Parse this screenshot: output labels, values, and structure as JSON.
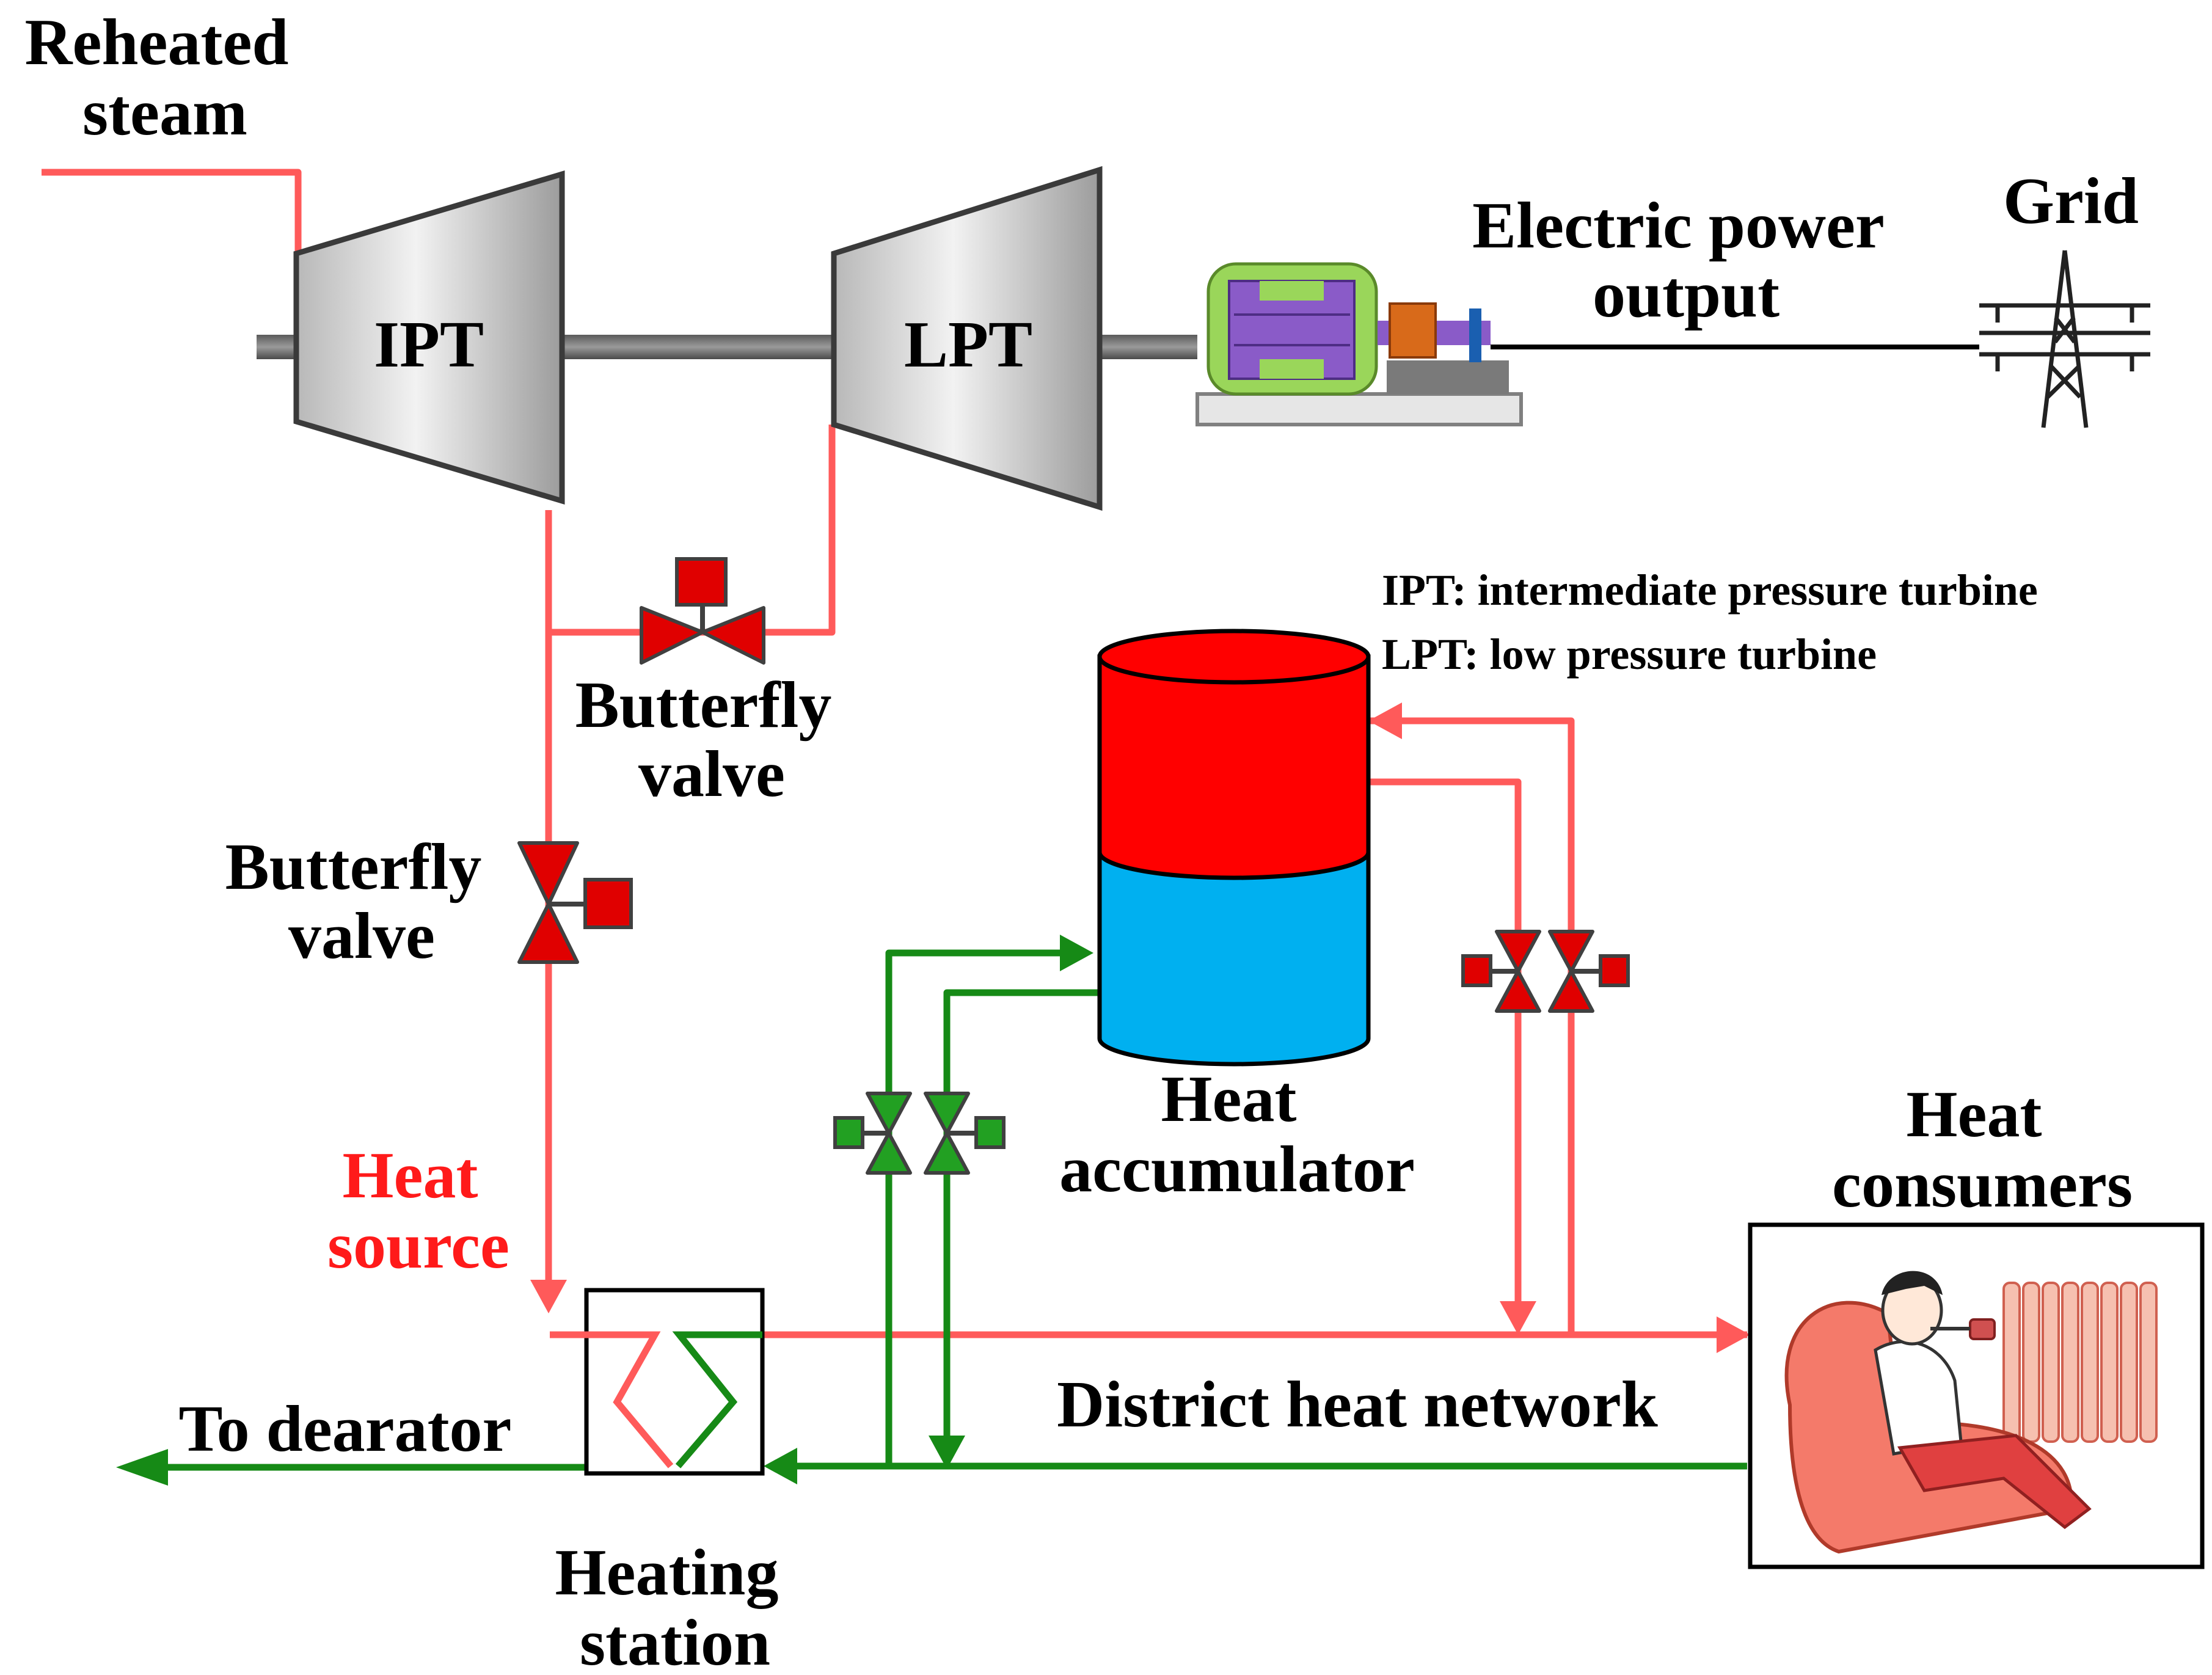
{
  "labels": {
    "reheated_steam": [
      "Reheated",
      "steam"
    ],
    "ipt": "IPT",
    "lpt": "LPT",
    "electric_power_output": [
      "Electric power",
      "output"
    ],
    "grid": "Grid",
    "butterfly_valve_top": [
      "Butterfly",
      "valve"
    ],
    "butterfly_valve_left": [
      "Butterfly",
      "valve"
    ],
    "heat_accumulator": [
      "Heat",
      "accumulator"
    ],
    "heat_source": [
      "Heat",
      "source"
    ],
    "heat_consumers": [
      "Heat",
      "consumers"
    ],
    "district_heat_network": "District heat network",
    "to_dearator": "To dearator",
    "heating_station": [
      "Heating",
      "station"
    ]
  },
  "legend": [
    "IPT: intermediate pressure turbine",
    "LPT: low pressure turbine"
  ],
  "colors": {
    "steam_line": "#ff5a5a",
    "water_line": "#168a16",
    "hot_water": "#ff0000",
    "cold_water": "#00b0f0",
    "heat_source_text": "#ff1a1a",
    "generator_body": "#9ad65a",
    "generator_windings": "#8a5bc8"
  },
  "icons": {
    "generator": "generator-icon",
    "pylon": "transmission-tower-icon",
    "heat_exchanger": "heat-exchanger-icon",
    "consumer": "person-with-radiator-icon"
  }
}
